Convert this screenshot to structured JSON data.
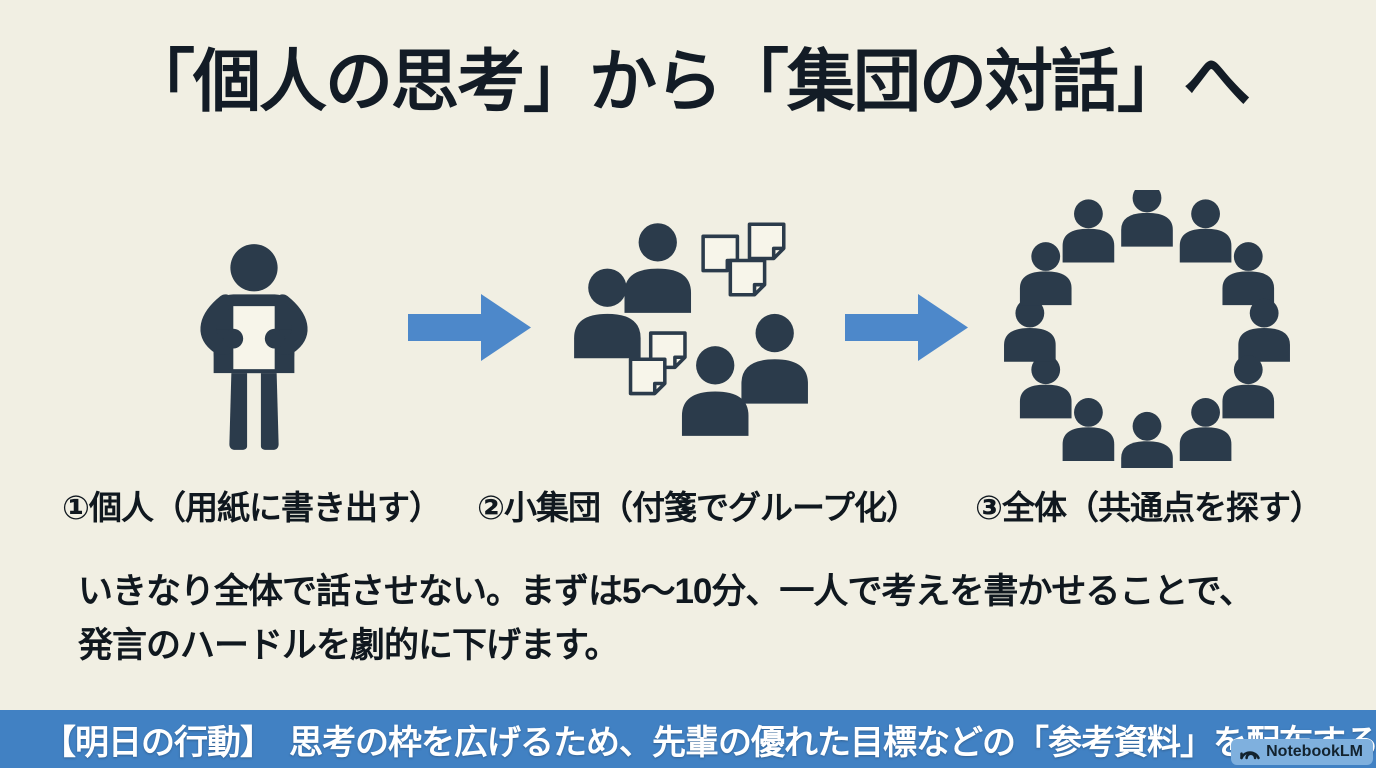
{
  "slide": {
    "title": "「個人の思考」から「集団の対話」へ",
    "steps": [
      {
        "label": "①個人（用紙に書き出す）",
        "icon": "person-with-paper"
      },
      {
        "label": "②小集団（付箋でグループ化）",
        "icon": "small-group-with-sticky-notes"
      },
      {
        "label": "③全体（共通点を探す）",
        "icon": "people-circle"
      }
    ],
    "body": {
      "line1": "いきなり全体で話させない。まずは5〜10分、一人で考えを書かせることで、",
      "line2": "発言のハードルを劇的に下げます。"
    },
    "action_bar": {
      "text": "【明日の行動】　思考の枠を広げるため、先輩の優れた目標などの「参考資料」を配布する"
    },
    "watermark": {
      "label": "NotebookLM",
      "icon": "notebooklm-logo"
    },
    "colors": {
      "background": "#f1efe3",
      "icon_dark": "#2b3b4b",
      "text_dark": "#131c26",
      "arrow_blue": "#4d88ca",
      "bar_blue": "#4181c3",
      "badge_blue": "#7fb0de"
    }
  }
}
